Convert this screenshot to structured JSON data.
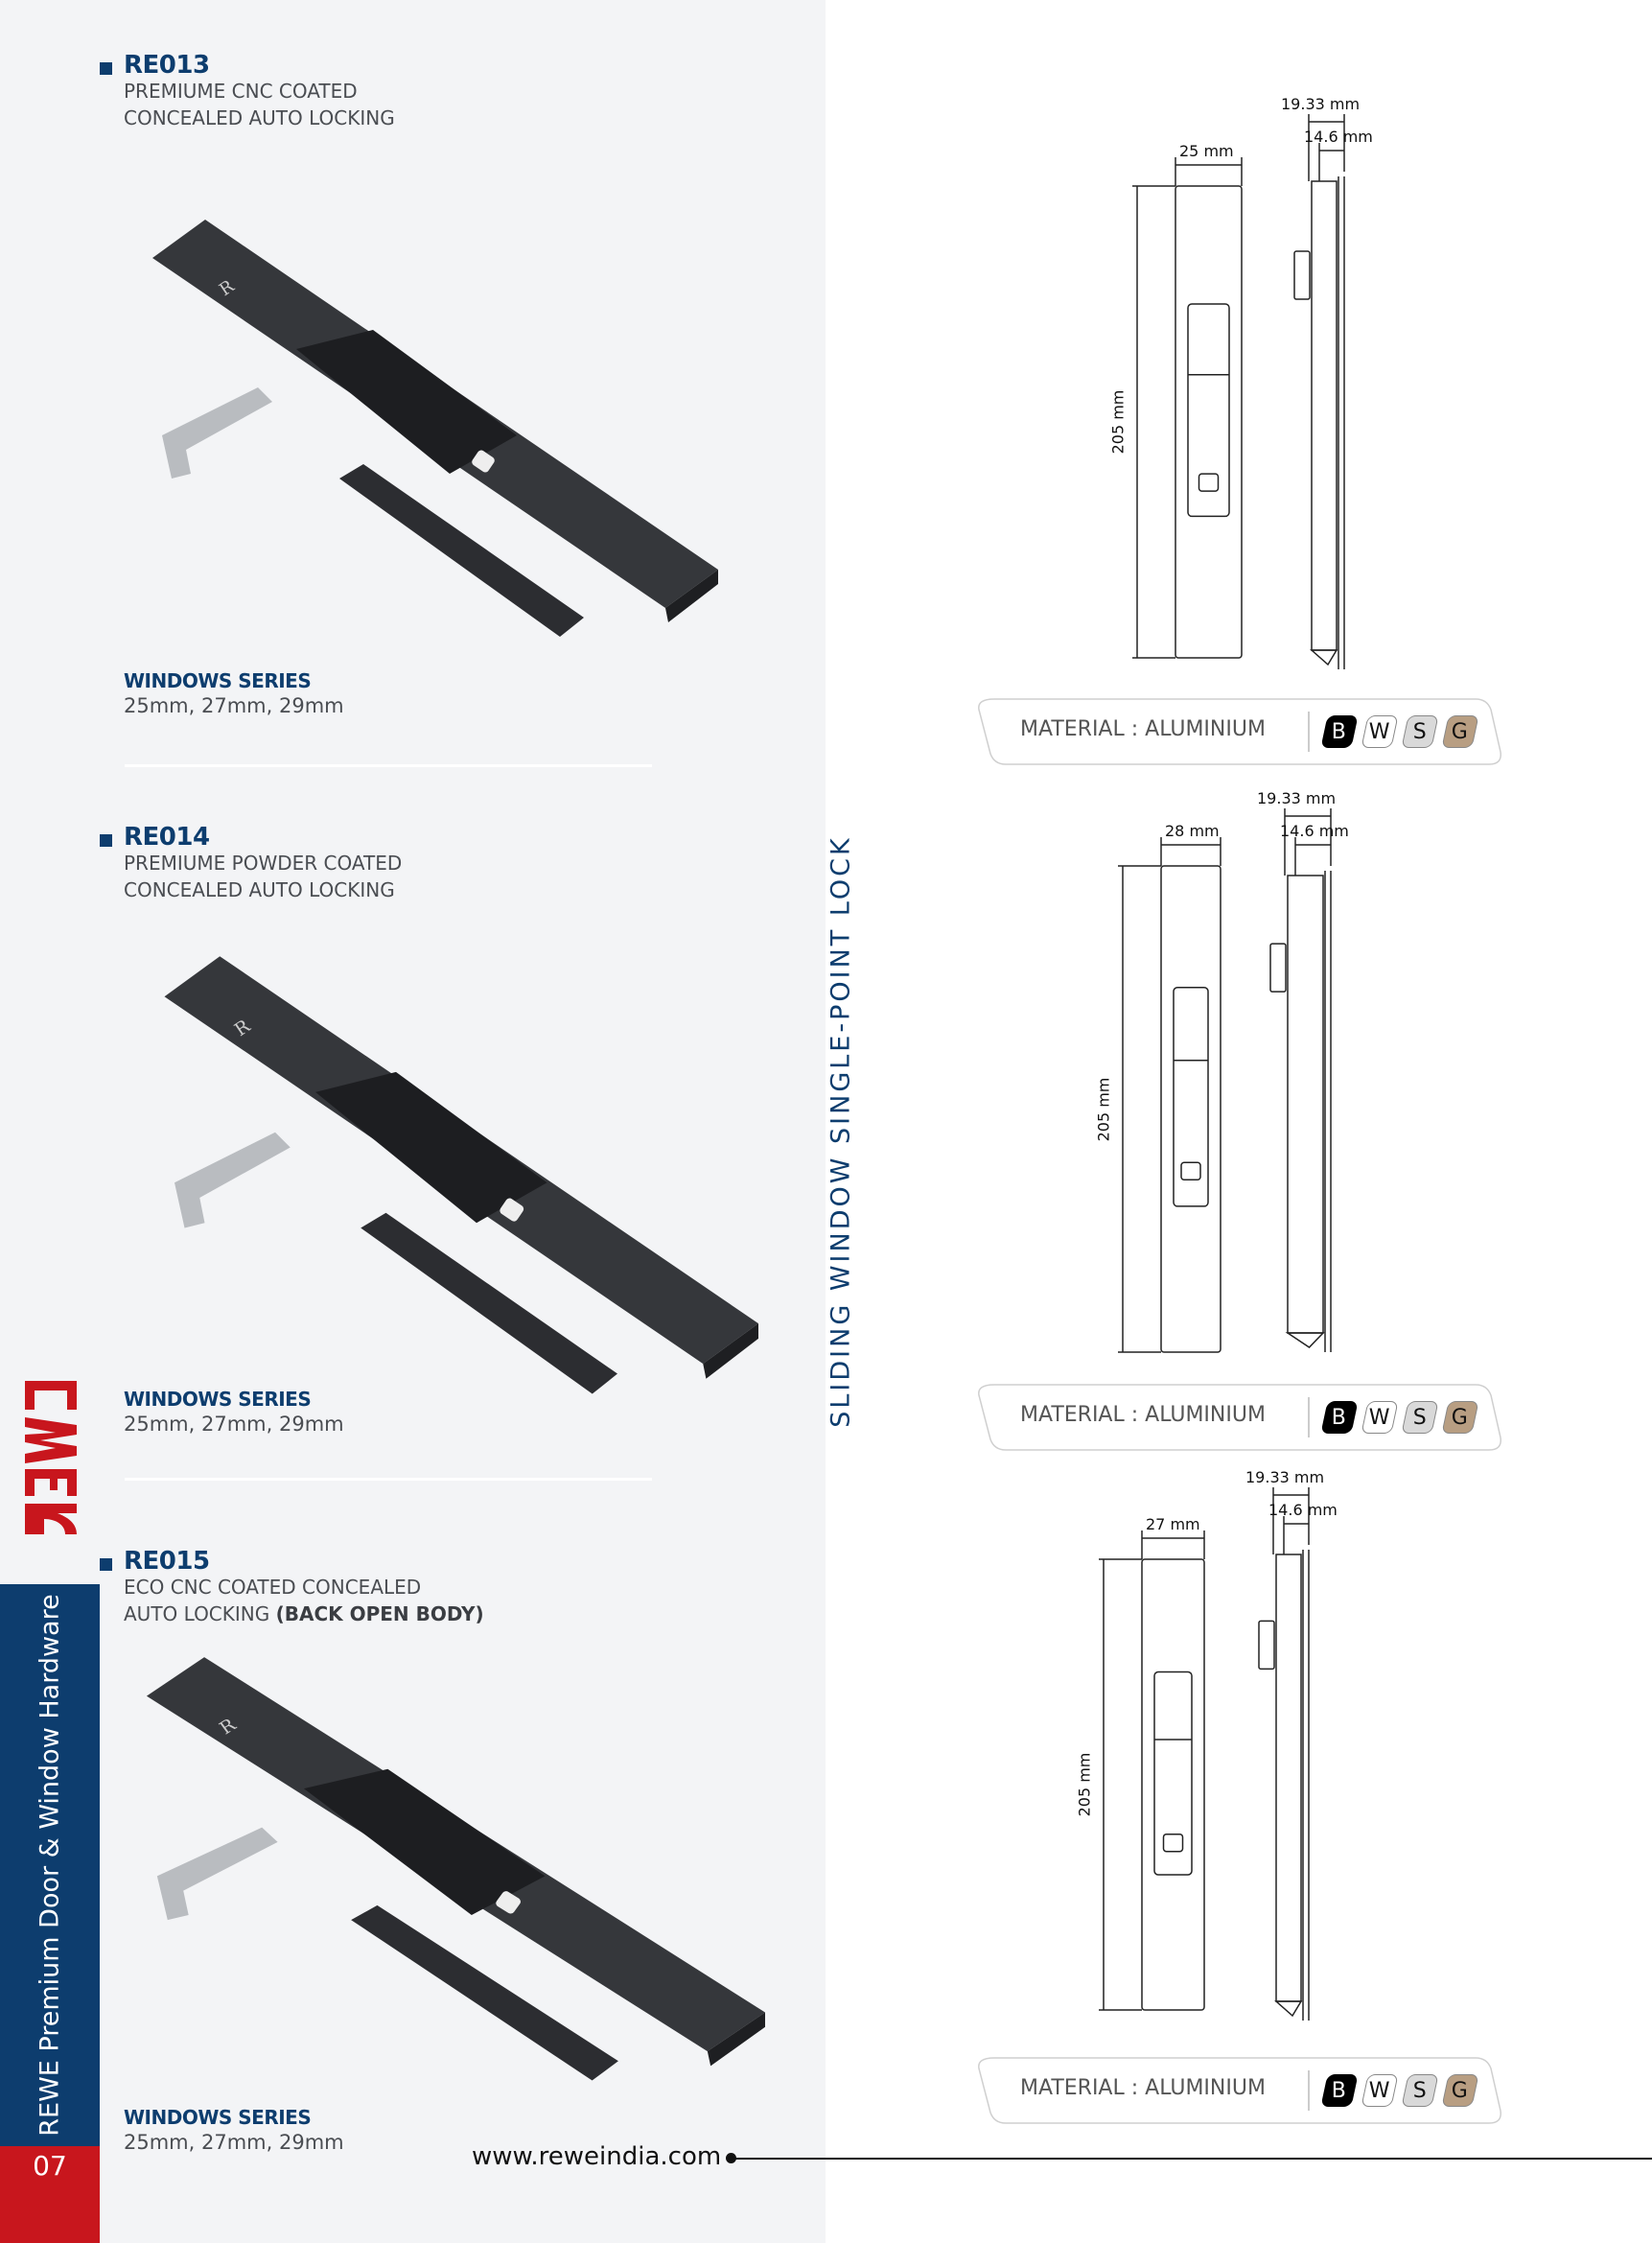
{
  "brand": {
    "logo_text": "REWE",
    "sidebar_text": "REWE Premium Door & Window Hardware",
    "page_number": "07",
    "website": "www.reweindia.com"
  },
  "section_title": "SLIDING WINDOW SINGLE-POINT LOCK",
  "colors": {
    "brand_blue": "#0d3d6e",
    "brand_red": "#c8161d",
    "panel_bg": "#f3f4f6"
  },
  "products": [
    {
      "code": "RE013",
      "desc_line1": "PREMIUME CNC COATED",
      "desc_line2": "CONCEALED AUTO LOCKING",
      "desc_bold": "",
      "series_label": "WINDOWS SERIES",
      "series_sizes": "25mm, 27mm, 29mm"
    },
    {
      "code": "RE014",
      "desc_line1": "PREMIUME POWDER COATED",
      "desc_line2": "CONCEALED AUTO LOCKING",
      "desc_bold": "",
      "series_label": "WINDOWS SERIES",
      "series_sizes": "25mm, 27mm, 29mm"
    },
    {
      "code": "RE015",
      "desc_line1": "ECO CNC COATED CONCEALED",
      "desc_line2": "AUTO LOCKING ",
      "desc_bold": "(BACK OPEN BODY)",
      "series_label": "WINDOWS SERIES",
      "series_sizes": "25mm, 27mm, 29mm"
    }
  ],
  "drawings": [
    {
      "width": "25 mm",
      "depth_total": "19.33 mm",
      "depth_inner": "14.6 mm",
      "height": "205 mm"
    },
    {
      "width": "28 mm",
      "depth_total": "19.33 mm",
      "depth_inner": "14.6 mm",
      "height": "205 mm"
    },
    {
      "width": "27 mm",
      "depth_total": "19.33 mm",
      "depth_inner": "14.6 mm",
      "height": "205 mm"
    }
  ],
  "material": {
    "label": "MATERIAL : ALUMINIUM",
    "finishes": [
      {
        "letter": "B",
        "color": "#000000"
      },
      {
        "letter": "W",
        "color": "#ffffff"
      },
      {
        "letter": "S",
        "color": "#d9d9d9"
      },
      {
        "letter": "G",
        "color": "#b89e82"
      }
    ]
  }
}
